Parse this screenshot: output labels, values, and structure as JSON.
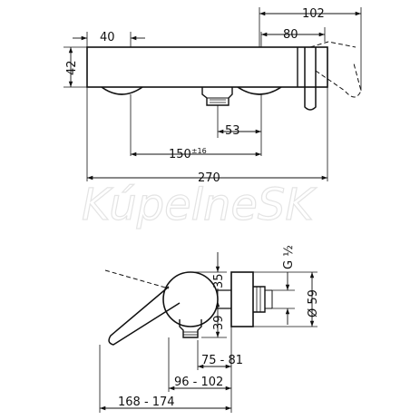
{
  "watermark": "KúpelneSK",
  "top_view": {
    "dim_40": "40",
    "dim_42": "42",
    "dim_102": "102",
    "dim_80": "80",
    "dim_53": "53",
    "dim_150": "150",
    "dim_150_tol": "±16",
    "dim_270": "270"
  },
  "side_view": {
    "dim_35": "35",
    "dim_39": "39",
    "dim_g": "G ½",
    "dim_59": "Ø 59",
    "dim_75_81": "75 - 81",
    "dim_96_102": "96 - 102",
    "dim_168_174": "168 - 174"
  }
}
